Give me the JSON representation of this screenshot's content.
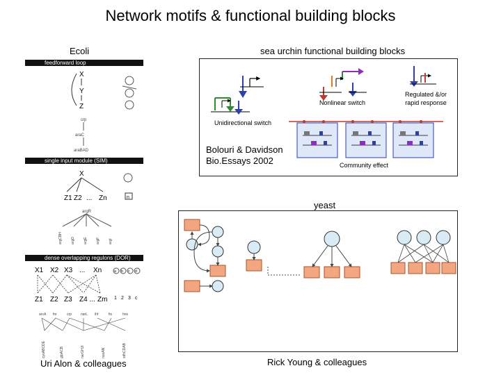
{
  "title": "Network motifs & functional building blocks",
  "ecoli": {
    "label": "Ecoli",
    "motifs": {
      "ffl": {
        "header": "feedforward loop",
        "x": "X",
        "y": "Y",
        "z": "Z"
      },
      "sim": {
        "header": "single input module (SIM)",
        "x": "X",
        "z1": "Z1",
        "z2": "Z2",
        "dots": "...",
        "zn": "Zn",
        "n": "n"
      },
      "dor": {
        "header": "dense overlapping regulons (DOR)",
        "top": [
          "X1",
          "X2",
          "X3",
          "...",
          "Xn"
        ],
        "bottom": [
          "Z1",
          "Z2",
          "Z3",
          "Z4 ...",
          "Zm"
        ],
        "right_top": [
          "a",
          "b",
          "c",
          "d"
        ],
        "right_bottom": [
          "1",
          "2",
          "3",
          "c"
        ]
      }
    },
    "credit": "Uri Alon & colleagues"
  },
  "urchin": {
    "label": "sea urchin functional building blocks",
    "nonlinear": "Nonlinear switch",
    "regulated": "Regulated &/or rapid response",
    "unidirectional": "Unidirectional switch",
    "citation_line1": "Bolouri & Davidson",
    "citation_line2": "Bio.Essays 2002",
    "community": "Community effect"
  },
  "yeast": {
    "label": "yeast",
    "credit": "Rick Young & colleagues"
  },
  "colors": {
    "blue": "#2a3fb0",
    "green": "#2e8b2e",
    "red": "#c0392b",
    "purple": "#8e2ec0",
    "orange": "#e07a20",
    "node_fill": "#d9ecf5",
    "box_fill": "#f3a680",
    "box_stroke": "#a4552e"
  }
}
